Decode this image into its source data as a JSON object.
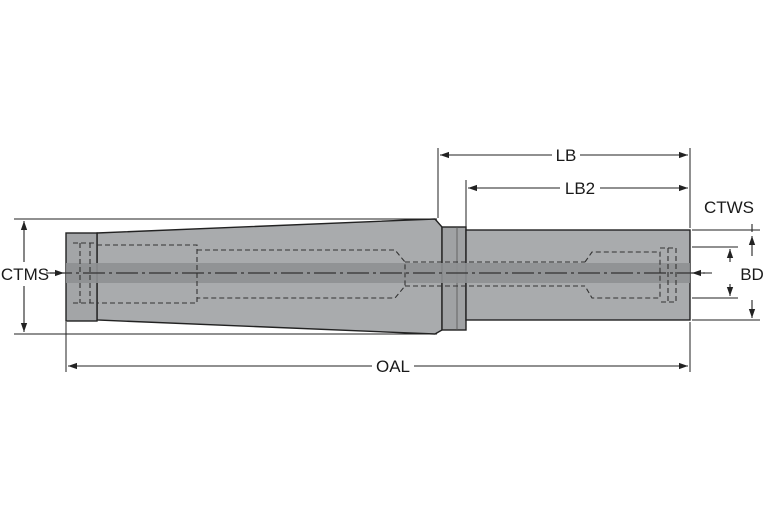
{
  "labels": {
    "lb": "LB",
    "lb2": "LB2",
    "ctws": "CTWS",
    "ctms": "CTMS",
    "bd": "BD",
    "oal": "OAL"
  },
  "colors": {
    "body_fill": "#a9abad",
    "body_stroke": "#222222",
    "bore_band": "#8e9092",
    "hidden_line": "#333333",
    "dimension_line": "#222222",
    "background": "#ffffff"
  }
}
